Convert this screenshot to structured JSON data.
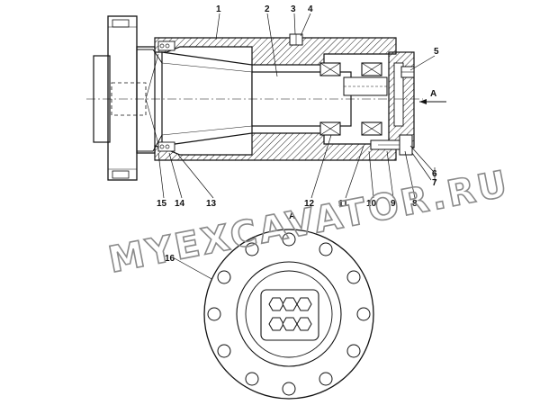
{
  "callouts": {
    "c1": "1",
    "c2": "2",
    "c3": "3",
    "c4": "4",
    "c5": "5",
    "c6": "6",
    "c7": "7",
    "c8": "8",
    "c9": "9",
    "c10": "10",
    "c11": "11",
    "c12": "12",
    "c13": "13",
    "c14": "14",
    "c15": "15",
    "c16": "16"
  },
  "view_arrow_label": "A",
  "view_title": "A",
  "watermark": "MYEXCAVATOR.RU",
  "colors": {
    "line": "#111111",
    "watermark": "#8a8a8a",
    "background": "#ffffff"
  }
}
